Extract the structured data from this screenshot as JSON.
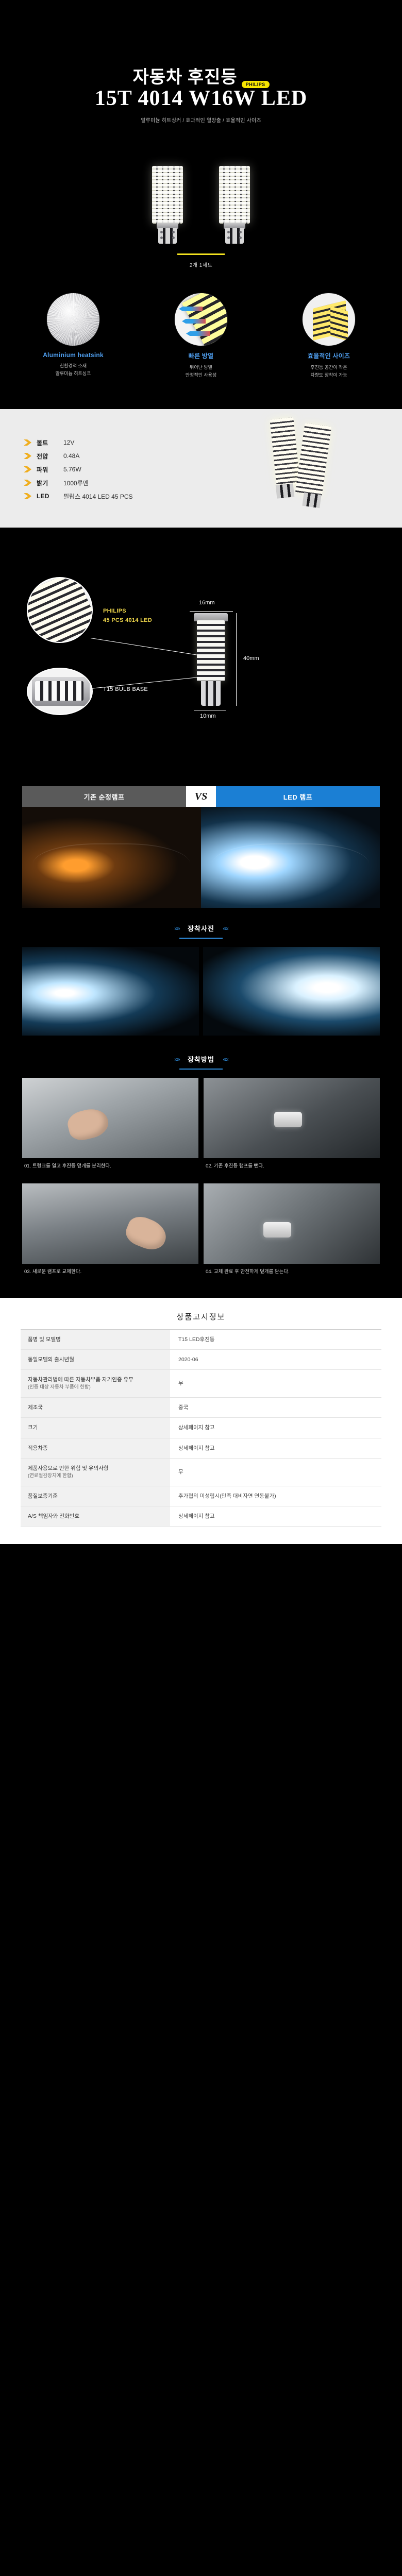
{
  "hero": {
    "title_line1": "자동차 후진등",
    "brand_badge": "PHILIPS",
    "title_line2": "15T 4014 W16W LED",
    "subtitle": "알루미늄 히트싱커 / 효과적인 열방출 / 효율적인 사이즈"
  },
  "bulb_set": {
    "set_label": "2개 1세트"
  },
  "features": [
    {
      "title": "Aluminium heatsink",
      "desc_line1": "친환경적 소재",
      "desc_line2": "알루미늄 히트싱크"
    },
    {
      "title": "빠른 방열",
      "desc_line1": "뛰어난 방열",
      "desc_line2": "안정적인 사용성"
    },
    {
      "title": "효율적인 사이즈",
      "desc_line1": "후진등 공간이 작은",
      "desc_line2": "차량도 장착이 가능"
    }
  ],
  "specs": [
    {
      "key": "볼트",
      "value": "12V"
    },
    {
      "key": "전압",
      "value": "0.48A"
    },
    {
      "key": "파워",
      "value": "5.76W"
    },
    {
      "key": "밝기",
      "value": "1000루멘"
    },
    {
      "key": "LED",
      "value": "필립스 4014 LED 45 PCS"
    }
  ],
  "dimensions": {
    "width_label": "16mm",
    "height_label": "40mm",
    "base_label": "10mm",
    "callout_top_line1": "PHILIPS",
    "callout_top_line2": "45 PCS 4014 LED",
    "callout_bottom": "T15 BULB BASE"
  },
  "comparison": {
    "left_label": "기존 순정램프",
    "vs_label": "VS",
    "right_label": "LED 램프"
  },
  "section_install_photo": {
    "heading": "장착사진"
  },
  "section_install_method": {
    "heading": "장착방법"
  },
  "install_steps": [
    {
      "caption": "01. 트렁크를 열고 후진등 덮개를 분리한다."
    },
    {
      "caption": "02. 기존 후진등 램프를 뺀다."
    },
    {
      "caption": "03. 새로운 램프로 교체한다."
    },
    {
      "caption": "04. 교체 완료 후 안전하게 덮개를 닫는다."
    }
  ],
  "product_info": {
    "title": "상품고시정보",
    "rows": [
      {
        "label": "품명 및 모델명",
        "sub": "",
        "value": "T15 LED후진등"
      },
      {
        "label": "동일모델의 출시년월",
        "sub": "",
        "value": "2020-06"
      },
      {
        "label": "자동차관리법에 따른 자동차부품 자기인증 유무",
        "sub": "(인증 대상 자동차 부품에 한함)",
        "value": "무"
      },
      {
        "label": "제조국",
        "sub": "",
        "value": "중국"
      },
      {
        "label": "크기",
        "sub": "",
        "value": "상세페이지 참고"
      },
      {
        "label": "적용차종",
        "sub": "",
        "value": "상세페이지 참고"
      },
      {
        "label": "제품사용으로 인한 위험 및 유의사항",
        "sub": "(연료절감장치에 한함)",
        "value": "무"
      },
      {
        "label": "품질보증기준",
        "sub": "",
        "value": "추가협의 미성립시(만족 대비자연 연동불가)"
      },
      {
        "label": "A/S 책임자와 전화번호",
        "sub": "",
        "value": "상세페이지 참고"
      }
    ]
  },
  "colors": {
    "accent_yellow": "#f2e21f",
    "accent_blue": "#2f8fe0",
    "feature_blue": "#4f9ff0",
    "spec_chevron": "#f0ae1e",
    "vs_left_bg": "#5a5a5a",
    "vs_right_bg": "#1b7fd4"
  }
}
